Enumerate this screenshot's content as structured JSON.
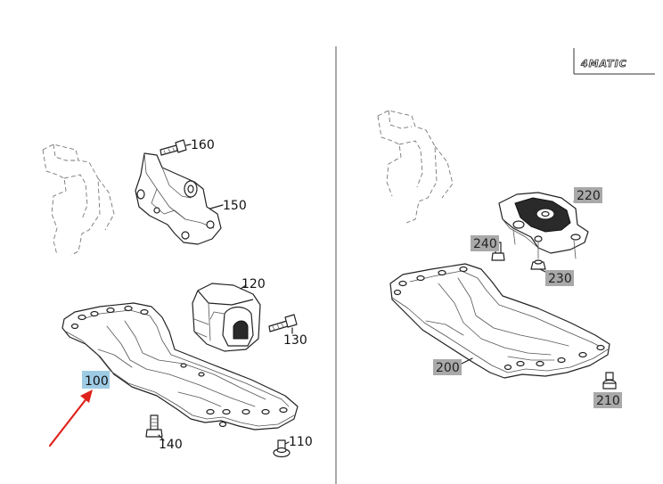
{
  "badge": {
    "label": "4MATIC"
  },
  "left_panel": {
    "callouts": [
      {
        "id": "160",
        "label": "160"
      },
      {
        "id": "150",
        "label": "150"
      },
      {
        "id": "120",
        "label": "120"
      },
      {
        "id": "130",
        "label": "130"
      },
      {
        "id": "100",
        "label": "100",
        "highlight": true
      },
      {
        "id": "140",
        "label": "140"
      },
      {
        "id": "110",
        "label": "110"
      }
    ]
  },
  "right_panel": {
    "callouts": [
      {
        "id": "220",
        "label": "220"
      },
      {
        "id": "240",
        "label": "240"
      },
      {
        "id": "230",
        "label": "230"
      },
      {
        "id": "200",
        "label": "200"
      },
      {
        "id": "210",
        "label": "210"
      }
    ]
  },
  "colors": {
    "highlight": "#9ecbe4",
    "tag_background": "#a9a9a9",
    "pointer_arrow": "#e0221c",
    "linework": "#222222",
    "divider": "#555555"
  }
}
